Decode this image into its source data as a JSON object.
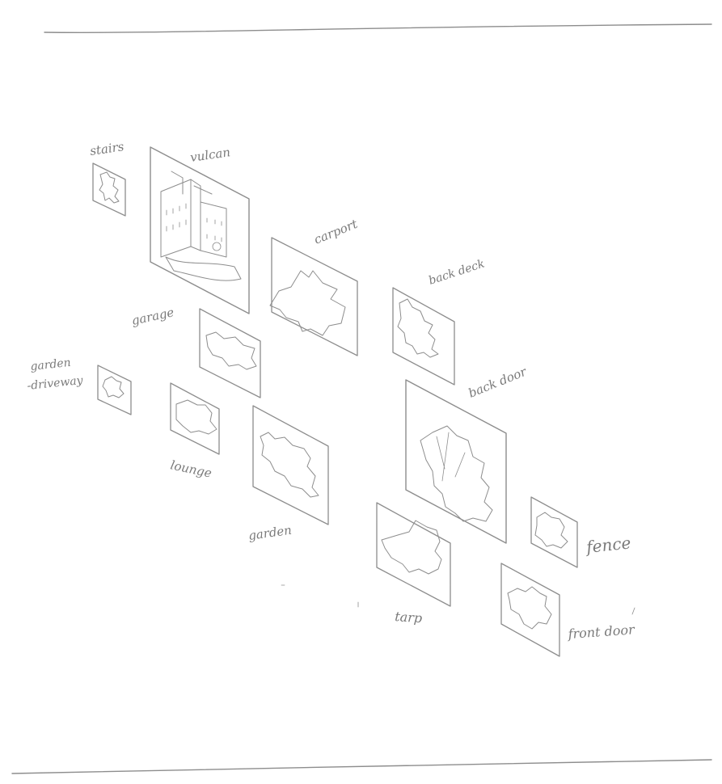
{
  "labels": {
    "stairs": "stairs",
    "vulcan": "vulcan",
    "carport": "carport",
    "back_deck": "back deck",
    "garage": "garage",
    "garden_driveway_line1": "garden",
    "garden_driveway_line2": "-driveway",
    "lounge": "lounge",
    "garden": "garden",
    "back_door": "back door",
    "fence": "fence",
    "tarp": "tarp",
    "front_door": "front door"
  },
  "colors": {
    "pencil": "#8d8d8d",
    "pencil_light": "#b5b5b5",
    "paper": "#ffffff"
  }
}
